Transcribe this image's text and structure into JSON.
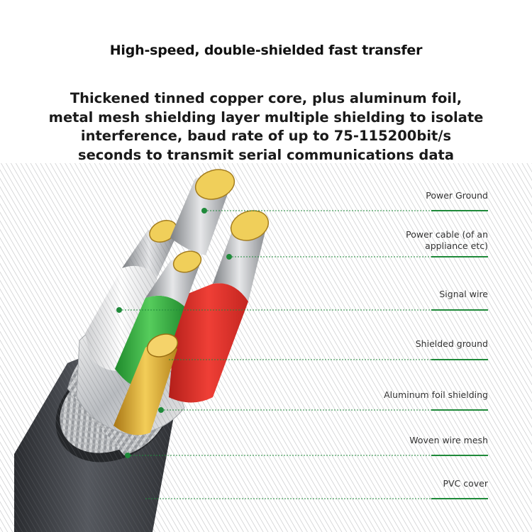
{
  "headline": "High-speed, double-shielded fast transfer",
  "description_lines": [
    "Thickened tinned copper core, plus aluminum foil,",
    "metal mesh shielding layer multiple shielding to isolate",
    "interference, baud rate of up to 75-115200bit/s",
    "seconds to transmit serial communications data"
  ],
  "callouts": [
    {
      "label_lines": [
        "Power Ground"
      ]
    },
    {
      "label_lines": [
        "Power cable (of an",
        "appliance etc)"
      ]
    },
    {
      "label_lines": [
        "Signal wire"
      ]
    },
    {
      "label_lines": [
        "Shielded ground"
      ]
    },
    {
      "label_lines": [
        "Aluminum foil shielding"
      ]
    },
    {
      "label_lines": [
        "Woven wire mesh"
      ]
    },
    {
      "label_lines": [
        "PVC cover"
      ]
    }
  ],
  "colors": {
    "callout_green": "#1f8a3a",
    "jacket": "#3a3d42",
    "wire_red": "#e0332c",
    "wire_green": "#39b54a",
    "wire_white": "#eeeeee",
    "copper": "#e2b13a"
  }
}
